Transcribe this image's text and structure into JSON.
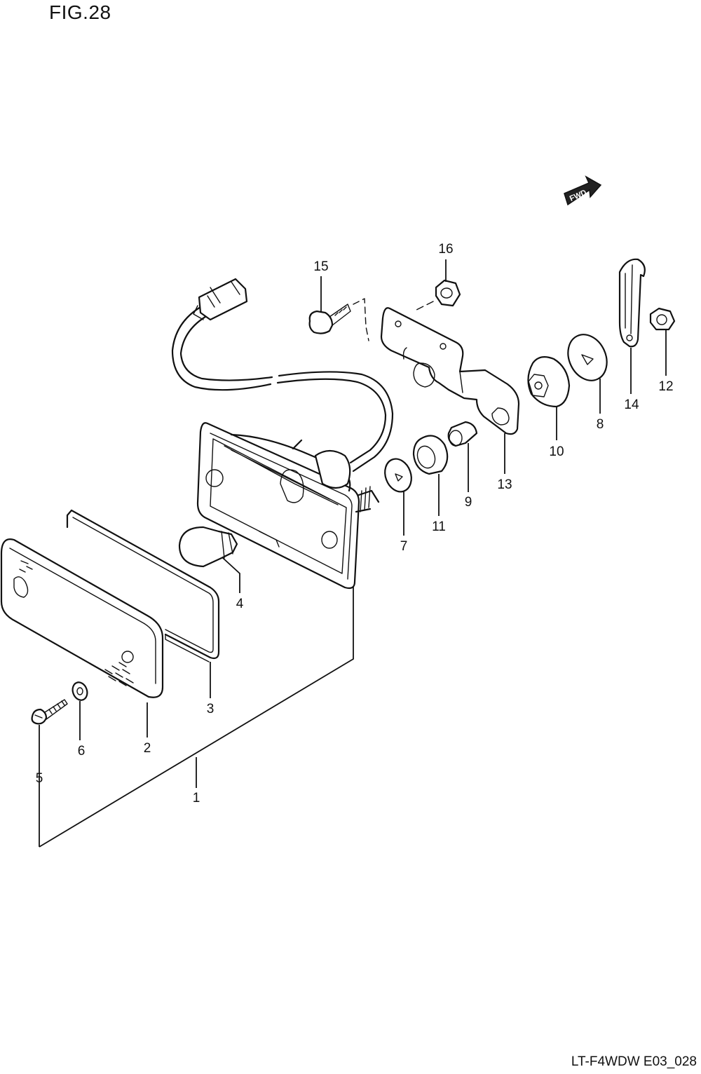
{
  "figure": {
    "title": "FIG.28",
    "code": "LT-F4WDW E03_028"
  },
  "direction_badge": {
    "label": "FWD",
    "icon": "fwd-arrow-icon"
  },
  "callouts": [
    {
      "number": "1"
    },
    {
      "number": "2"
    },
    {
      "number": "3"
    },
    {
      "number": "4"
    },
    {
      "number": "5"
    },
    {
      "number": "6"
    },
    {
      "number": "7"
    },
    {
      "number": "8"
    },
    {
      "number": "9"
    },
    {
      "number": "10"
    },
    {
      "number": "11"
    },
    {
      "number": "12"
    },
    {
      "number": "13"
    },
    {
      "number": "14"
    },
    {
      "number": "15"
    },
    {
      "number": "16"
    }
  ],
  "colors": {
    "line": "#111111",
    "background": "#ffffff"
  }
}
